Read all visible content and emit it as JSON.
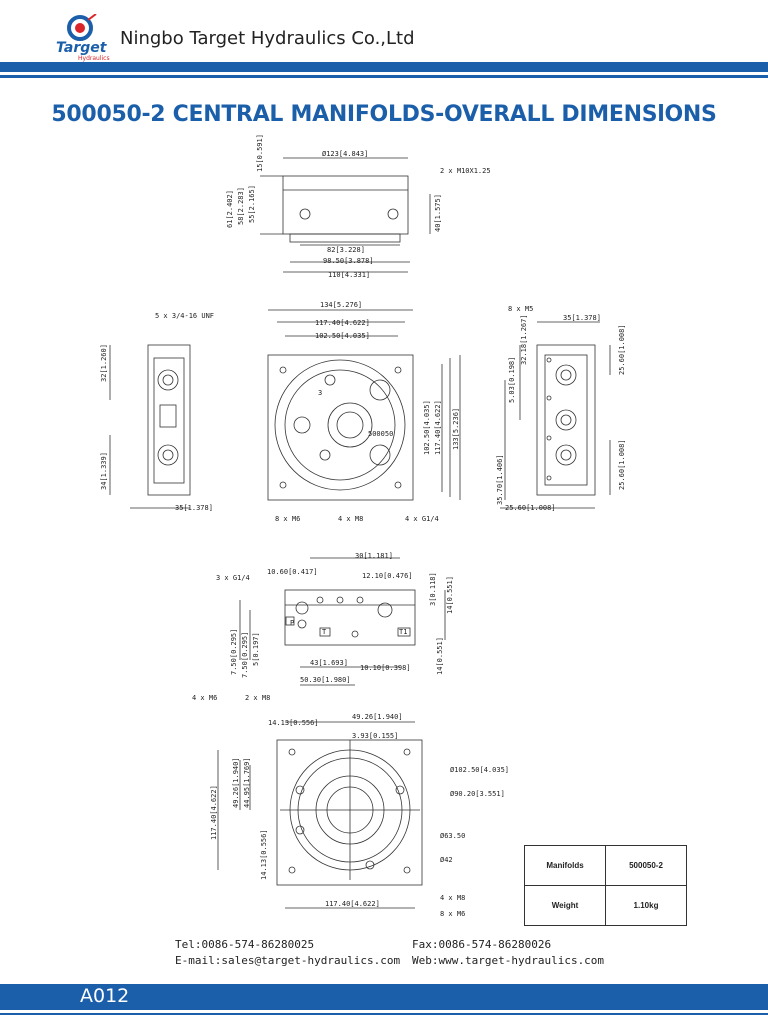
{
  "header": {
    "company_name": "Ningbo Target Hydraulics Co.,Ltd",
    "logo_text": "Target",
    "logo_subtext": "Hydraulics"
  },
  "title": "500050-2 CENTRAL MANIFOLDS-OVERALL DIMENSlONS",
  "drawing": {
    "top_view": {
      "dims": [
        "Ø123[4.843]",
        "2 x M10X1.25",
        "15[0.591]",
        "61[2.402]",
        "58[2.283]",
        "55[2.165]",
        "40[1.575]",
        "82[3.228]",
        "98.50[3.878]",
        "110[4.331]"
      ]
    },
    "front_view": {
      "dims": [
        "134[5.276]",
        "117.40[4.622]",
        "102.50[4.035]",
        "102.50[4.035]",
        "117.40[4.622]",
        "133[5.236]",
        "8 x M6",
        "4 x M8",
        "4 x G1/4"
      ],
      "part_label": "500050",
      "port_label": "3"
    },
    "left_view": {
      "dims": [
        "5 x 3/4-16 UNF",
        "32[1.260]",
        "34[1.339]",
        "35[1.378]"
      ]
    },
    "right_view": {
      "dims": [
        "8 x M5",
        "35[1.378]",
        "32.18[1.267]",
        "25.60[1.008]",
        "5.03[0.198]",
        "35.70[1.406]",
        "25.60[1.008]",
        "25.60[1.008]"
      ]
    },
    "side_view": {
      "dims": [
        "30[1.181]",
        "10.60[0.417]",
        "12.10[0.476]",
        "3 x G1/4",
        "3[0.118]",
        "14[0.551]",
        "7.50[0.295]",
        "7.50[0.295]",
        "5[0.197]",
        "43[1.693]",
        "10.10[0.398]",
        "14[0.551]",
        "50.30[1.980]",
        "4 x M6",
        "2 x M8"
      ],
      "port_labels": [
        "P",
        "T",
        "T1"
      ]
    },
    "bottom_view": {
      "dims": [
        "14.13[0.556]",
        "49.26[1.940]",
        "3.93[0.155]",
        "Ø102.50[4.035]",
        "Ø90.20[3.551]",
        "117.40[4.622]",
        "49.26[1.940]",
        "44.95[1.769]",
        "Ø63.50",
        "Ø42",
        "14.13[0.556]",
        "4 x M8",
        "117.40[4.622]",
        "8 x M6"
      ]
    }
  },
  "spec_table": {
    "row1_label": "Manifolds",
    "row1_value": "500050-2",
    "row2_label": "Weight",
    "row2_value": "1.10kg"
  },
  "contact": {
    "tel": "Tel:0086-574-86280025",
    "fax": "Fax:0086-574-86280026",
    "email": "E-mail:sales@target-hydraulics.com",
    "web": "Web:www.target-hydraulics.com"
  },
  "footer": {
    "page_code": "A012"
  },
  "colors": {
    "brand_blue": "#1b5faa",
    "logo_red": "#d9262b"
  }
}
